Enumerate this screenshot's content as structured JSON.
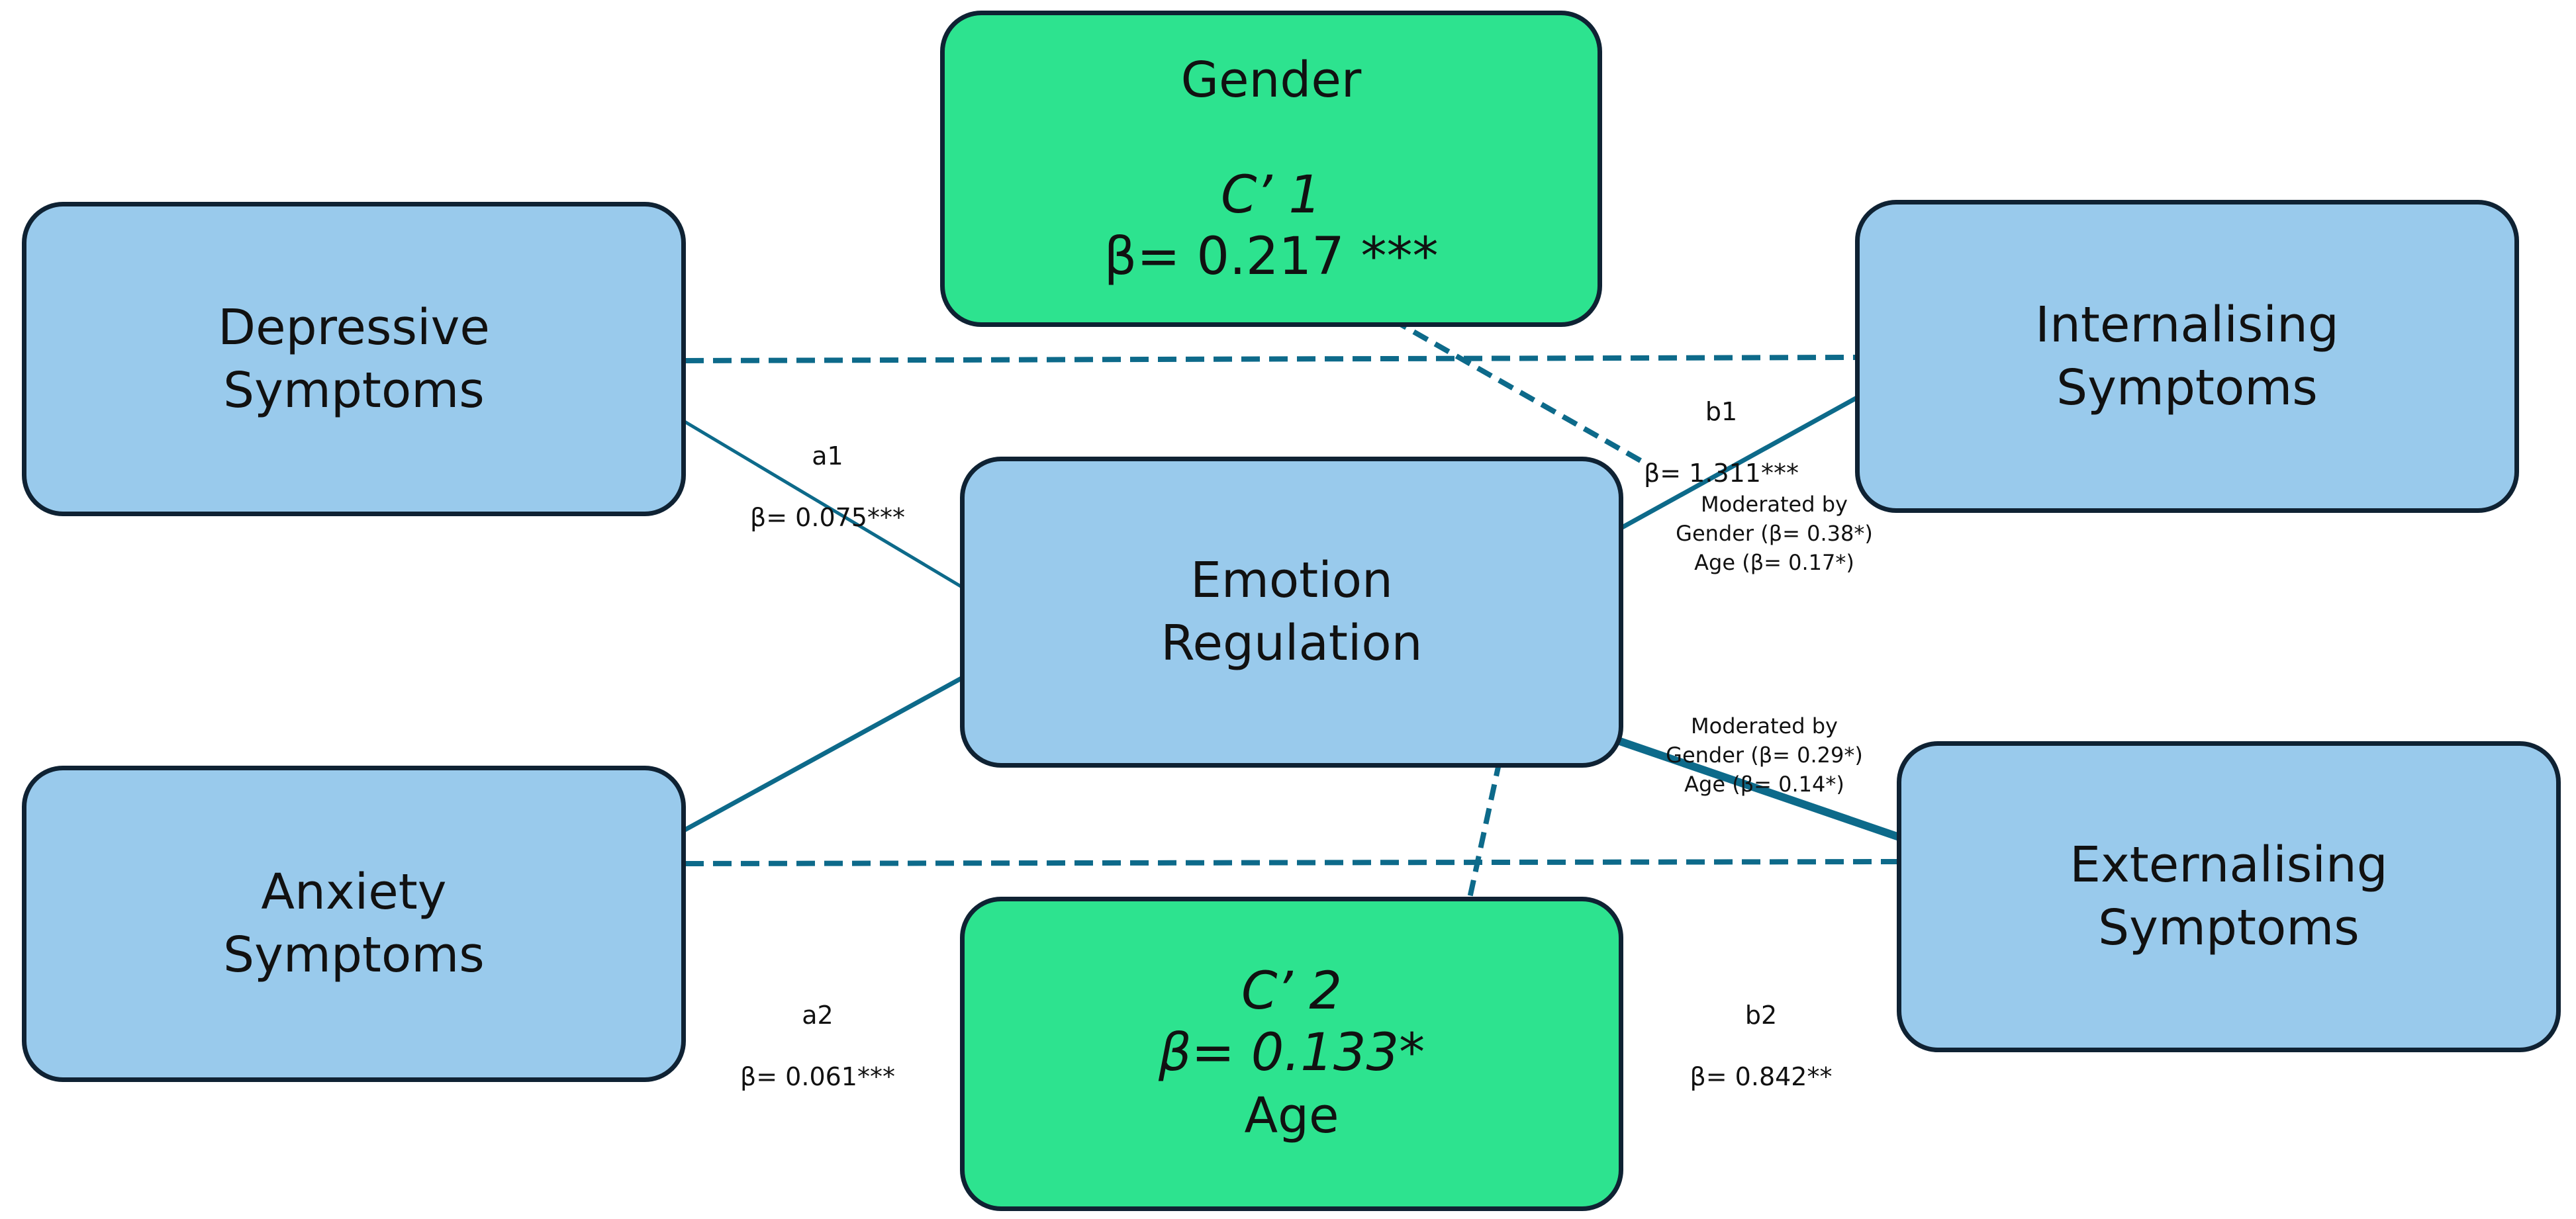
{
  "nodes": {
    "gender": {
      "label": "Gender",
      "path_name": "C’ 1",
      "beta": "β= 0.217 ***"
    },
    "depressive": {
      "label": "Depressive\nSymptoms"
    },
    "internalising": {
      "label": "Internalising\nSymptoms"
    },
    "emotion": {
      "label": "Emotion\nRegulation"
    },
    "anxiety": {
      "label": "Anxiety\nSymptoms"
    },
    "externalising": {
      "label": "Externalising\nSymptoms"
    },
    "age": {
      "path_name": "C’ 2",
      "beta": "β= 0.133*",
      "label": "Age"
    }
  },
  "paths": {
    "a1": {
      "name": "a1",
      "beta": "β= 0.075***"
    },
    "a2": {
      "name": "a2",
      "beta": "β= 0.061***"
    },
    "b1": {
      "name": "b1",
      "beta": "β= 1.311***"
    },
    "b2": {
      "name": "b2",
      "beta": "β= 0.842**"
    }
  },
  "moderation": {
    "b1": {
      "title": "Moderated by",
      "gender": "Gender (β= 0.38*)",
      "age": "Age (β= 0.17*)"
    },
    "b2": {
      "title": "Moderated by",
      "gender": "Gender (β= 0.29*)",
      "age": "Age (β= 0.14*)"
    }
  },
  "colors": {
    "node_fill": "#99caec",
    "covariate_fill": "#2de38f",
    "arrow": "#0d6a8a",
    "border": "#0f2233"
  }
}
